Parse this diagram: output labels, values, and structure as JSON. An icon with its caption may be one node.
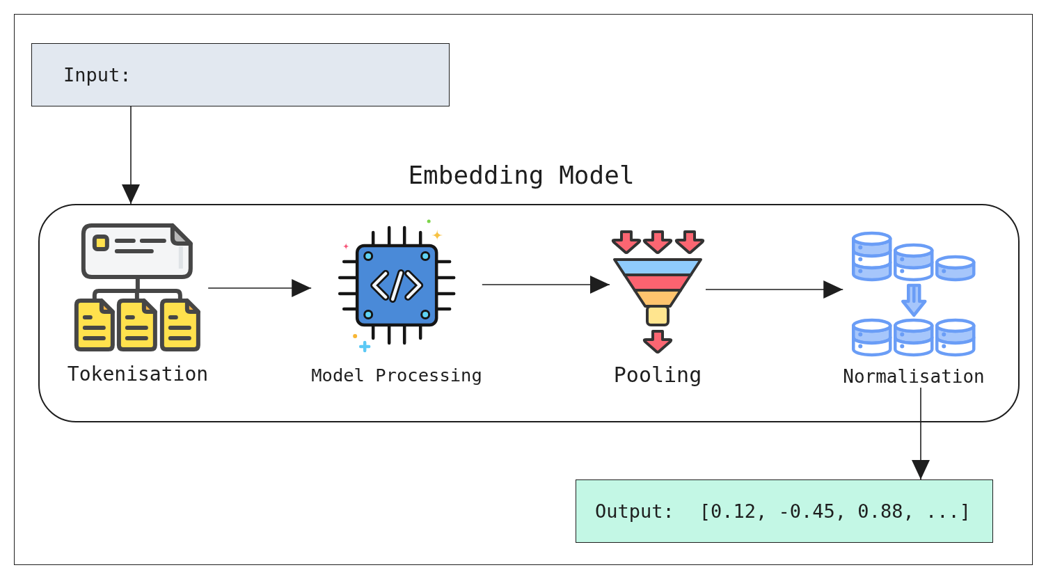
{
  "diagram": {
    "nodes": [
      {
        "text": [
          "Input:"
        ]
      },
      {
        "text": [
          "Embedding Model"
        ]
      },
      {
        "text": [
          "Tokenisation"
        ],
        "in": 1
      },
      {
        "text": [
          "Model Processing"
        ],
        "in": 1
      },
      {
        "text": [
          "Pooling"
        ],
        "in": 1
      },
      {
        "text": [
          "Normalisation"
        ],
        "in": 1
      },
      {
        "text": [
          "Output:",
          "[0.12, -0.45, 0.88, ...]"
        ]
      }
    ],
    "edges": [
      {
        "from": 0,
        "to": 1,
        "arrow": "to"
      },
      {
        "from": 2,
        "to": 3,
        "arrow": "to"
      },
      {
        "from": 3,
        "to": 4,
        "arrow": "to"
      },
      {
        "from": 4,
        "to": 5,
        "arrow": "to"
      },
      {
        "from": 5,
        "to": 6,
        "arrow": "to"
      }
    ]
  }
}
